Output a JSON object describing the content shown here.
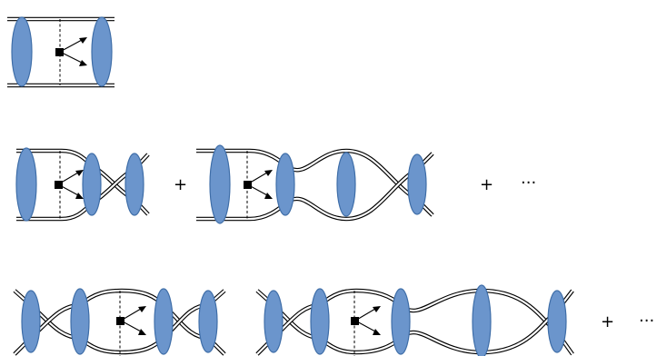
{
  "symbols": {
    "plus": "+",
    "ellipsis": "···"
  },
  "colors": {
    "blob_fill": "#6b95cc",
    "blob_stroke": "#3f6ea8",
    "line": "#000000",
    "background": "#ffffff"
  },
  "diagrams": {
    "row1": {
      "terms": 1,
      "trailing_ellipsis": false
    },
    "row2": {
      "terms": 2,
      "joined_by": "plus",
      "trailing_ellipsis": true
    },
    "row3": {
      "terms": 2,
      "joined_by": "none",
      "trailing_ellipsis": true
    }
  },
  "icons": [
    "vertex-square-icon",
    "arrow-icon"
  ]
}
